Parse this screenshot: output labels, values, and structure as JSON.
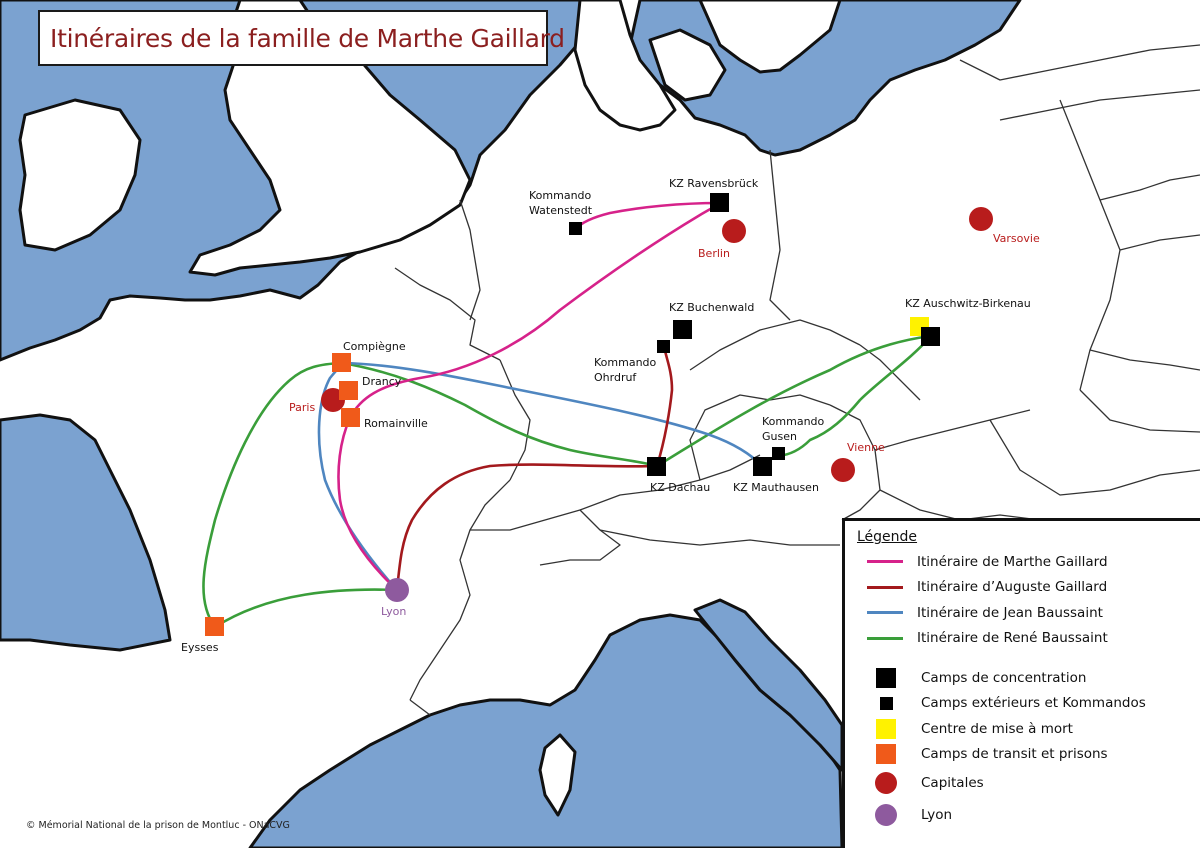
{
  "title": "Itinéraires de la famille de Marthe Gaillard",
  "copyright": "© Mémorial National de la prison de Montluc - ONaCVG",
  "colors": {
    "sea": "#7ba2d0",
    "land": "#ffffff",
    "marthe": "#d6228a",
    "auguste": "#a3191d",
    "jean": "#4f86c0",
    "rene": "#3a9e3a",
    "camp": "#000000",
    "mise_a_mort": "#fff200",
    "transit": "#f05a1a",
    "capitale": "#b81c1c",
    "lyon": "#8e5a9e",
    "title_text": "#8b1f1f"
  },
  "places": {
    "ravensbruck": "KZ Ravensbrück",
    "watenstedt_1": "Kommando",
    "watenstedt_2": "Watenstedt",
    "berlin": "Berlin",
    "varsovie": "Varsovie",
    "buchenwald": "KZ Buchenwald",
    "ohrdruf_1": "Kommando",
    "ohrdruf_2": "Ohrdruf",
    "auschwitz": "KZ Auschwitz-Birkenau",
    "compiegne": "Compiègne",
    "drancy": "Drancy",
    "paris": "Paris",
    "romainville": "Romainville",
    "gusen_1": "Kommando",
    "gusen_2": "Gusen",
    "vienne": "Vienne",
    "dachau": "KZ Dachau",
    "mauthausen": "KZ Mauthausen",
    "lyon": "Lyon",
    "eysses": "Eysses"
  },
  "legend": {
    "title": "Légende",
    "itineraries": [
      {
        "label": "Itinéraire de Marthe Gaillard",
        "color": "#d6228a"
      },
      {
        "label": "Itinéraire d’Auguste Gaillard",
        "color": "#a3191d"
      },
      {
        "label": "Itinéraire de Jean Baussaint",
        "color": "#4f86c0"
      },
      {
        "label": "Itinéraire de René Baussaint",
        "color": "#3a9e3a"
      }
    ],
    "symbols": [
      {
        "label": "Camps de concentration",
        "shape": "square-large",
        "color": "#000000"
      },
      {
        "label": "Camps extérieurs et Kommandos",
        "shape": "square-small",
        "color": "#000000"
      },
      {
        "label": "Centre de mise à mort",
        "shape": "square-large",
        "color": "#fff200"
      },
      {
        "label": "Camps de transit et prisons",
        "shape": "square-large",
        "color": "#f05a1a"
      },
      {
        "label": "Capitales",
        "shape": "circle",
        "color": "#b81c1c"
      },
      {
        "label": "Lyon",
        "shape": "circle",
        "color": "#8e5a9e"
      }
    ]
  }
}
